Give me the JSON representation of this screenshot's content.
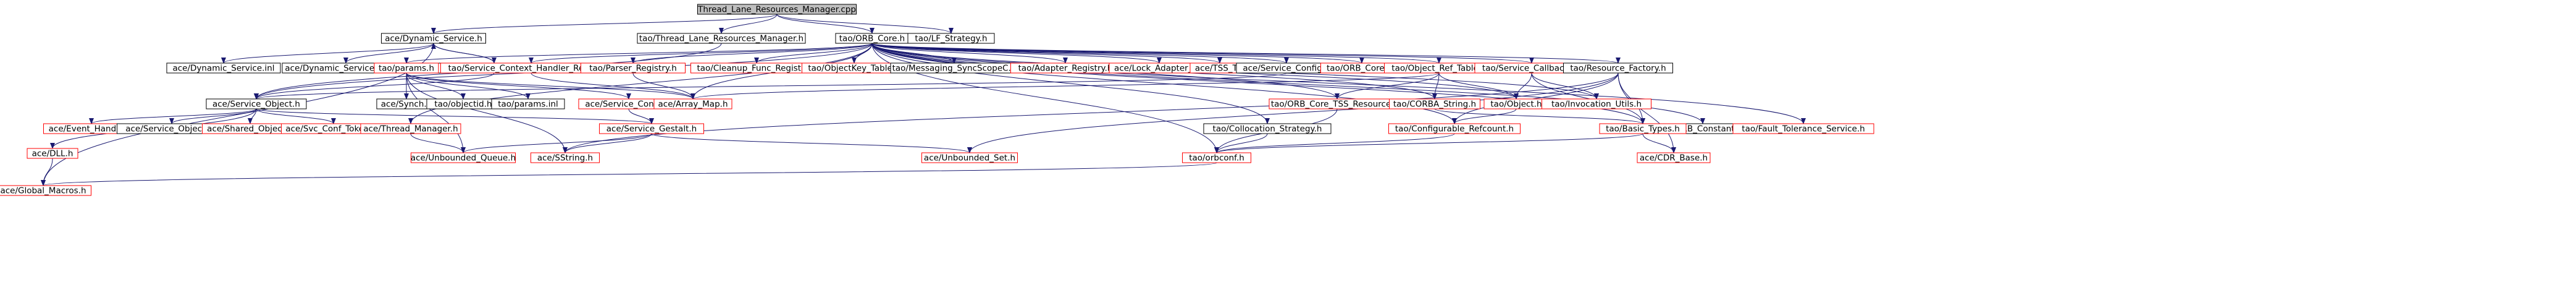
{
  "colors": {
    "edge": "#191970",
    "root_fill": "#bfbfbf",
    "border_normal": "#000000",
    "border_truncated": "#ff0000",
    "text": "#000000"
  },
  "nodes": [
    {
      "id": "root",
      "label": "Thread_Lane_Resources_Manager.cpp",
      "root": true
    },
    {
      "id": "dyn_service_h",
      "label": "ace/Dynamic_Service.h"
    },
    {
      "id": "tlrm_h",
      "label": "tao/Thread_Lane_Resources_Manager.h"
    },
    {
      "id": "orb_core_h",
      "label": "tao/ORB_Core.h"
    },
    {
      "id": "lf_strategy_h",
      "label": "tao/LF_Strategy.h"
    },
    {
      "id": "dyn_service_inl",
      "label": "ace/Dynamic_Service.inl"
    },
    {
      "id": "dyn_service_base_h",
      "label": "ace/Dynamic_Service_Base.h"
    },
    {
      "id": "dyn_service_cpp",
      "label": "ace/Dynamic_Service.cpp"
    },
    {
      "id": "service_object_h",
      "label": "ace/Service_Object.h"
    },
    {
      "id": "params_h",
      "label": "tao/params.h",
      "truncated": true
    },
    {
      "id": "scx_handler_registry_h",
      "label": "tao/Service_Context_Handler_Registry.h",
      "truncated": true
    },
    {
      "id": "parser_registry_h",
      "label": "tao/Parser_Registry.h",
      "truncated": true
    },
    {
      "id": "cleanup_func_registry_h",
      "label": "tao/Cleanup_Func_Registry.h",
      "truncated": true
    },
    {
      "id": "objectkey_table_h",
      "label": "tao/ObjectKey_Table.h",
      "truncated": true
    },
    {
      "id": "messaging_syncscopec_h",
      "label": "tao/Messaging_SyncScopeC.h"
    },
    {
      "id": "adapter_registry_h",
      "label": "tao/Adapter_Registry.h",
      "truncated": true
    },
    {
      "id": "lock_adapter_t_h",
      "label": "ace/Lock_Adapter_T.h",
      "truncated": true
    },
    {
      "id": "ace_tss_t_h",
      "label": "ace/TSS_T.h",
      "truncated": true
    },
    {
      "id": "service_config_h",
      "label": "ace/Service_Config.h"
    },
    {
      "id": "orb_core_inl",
      "label": "tao/ORB_Core.inl",
      "truncated": true
    },
    {
      "id": "object_ref_table_h",
      "label": "tao/Object_Ref_Table.h",
      "truncated": true
    },
    {
      "id": "service_callbacks_h",
      "label": "tao/Service_Callbacks.h",
      "truncated": true
    },
    {
      "id": "resource_factory_h",
      "label": "tao/Resource_Factory.h"
    },
    {
      "id": "orb_constants_h",
      "label": "tao/ORB_Constants.h"
    },
    {
      "id": "fault_tolerance_service_h",
      "label": "tao/Fault_Tolerance_Service.h",
      "truncated": true
    },
    {
      "id": "synch_h",
      "label": "ace/Synch.h"
    },
    {
      "id": "objectid_h",
      "label": "tao/objectid.h"
    },
    {
      "id": "params_inl",
      "label": "tao/params.inl"
    },
    {
      "id": "service_config_h2",
      "label": "ace/Service_Config.h",
      "truncated": true
    },
    {
      "id": "array_map_h",
      "label": "ace/Array_Map.h",
      "truncated": true
    },
    {
      "id": "orb_core_tss_resources_h",
      "label": "tao/ORB_Core_TSS_Resources.h",
      "truncated": true
    },
    {
      "id": "corba_string_h",
      "label": "tao/CORBA_String.h",
      "truncated": true
    },
    {
      "id": "object_h",
      "label": "tao/Object.h",
      "truncated": true
    },
    {
      "id": "invocation_utils_h",
      "label": "tao/Invocation_Utils.h",
      "truncated": true
    },
    {
      "id": "event_handler_h",
      "label": "ace/Event_Handler.h",
      "truncated": true
    },
    {
      "id": "service_object_inl",
      "label": "ace/Service_Object.inl"
    },
    {
      "id": "shared_object_h",
      "label": "ace/Shared_Object.h",
      "truncated": true
    },
    {
      "id": "svc_conf_tokens_h",
      "label": "ace/Svc_Conf_Tokens.h",
      "truncated": true
    },
    {
      "id": "thread_manager_h",
      "label": "ace/Thread_Manager.h",
      "truncated": true
    },
    {
      "id": "service_gestalt_h",
      "label": "ace/Service_Gestalt.h",
      "truncated": true
    },
    {
      "id": "collocation_strategy_h",
      "label": "tao/Collocation_Strategy.h"
    },
    {
      "id": "configurable_refcount_h",
      "label": "tao/Configurable_Refcount.h",
      "truncated": true
    },
    {
      "id": "basic_types_h",
      "label": "tao/Basic_Types.h",
      "truncated": true
    },
    {
      "id": "dll_h",
      "label": "ace/DLL.h",
      "truncated": true
    },
    {
      "id": "unbounded_queue_h",
      "label": "ace/Unbounded_Queue.h",
      "truncated": true
    },
    {
      "id": "sstring_h",
      "label": "ace/SString.h",
      "truncated": true
    },
    {
      "id": "unbounded_set_h",
      "label": "ace/Unbounded_Set.h",
      "truncated": true
    },
    {
      "id": "orbconf_h",
      "label": "tao/orbconf.h",
      "truncated": true
    },
    {
      "id": "cdr_base_h",
      "label": "ace/CDR_Base.h",
      "truncated": true
    },
    {
      "id": "global_macros_h",
      "label": "ace/Global_Macros.h",
      "truncated": true
    }
  ],
  "edges": [
    [
      "root",
      "dyn_service_h"
    ],
    [
      "root",
      "tlrm_h"
    ],
    [
      "root",
      "orb_core_h"
    ],
    [
      "root",
      "lf_strategy_h"
    ],
    [
      "dyn_service_h",
      "global_macros_h"
    ],
    [
      "dyn_service_h",
      "dyn_service_inl"
    ],
    [
      "dyn_service_h",
      "dyn_service_base_h"
    ],
    [
      "dyn_service_h",
      "dyn_service_cpp"
    ],
    [
      "dyn_service_cpp",
      "dyn_service_h"
    ],
    [
      "dyn_service_cpp",
      "service_object_h"
    ],
    [
      "tlrm_h",
      "service_object_h"
    ],
    [
      "orb_core_h",
      "params_h"
    ],
    [
      "orb_core_h",
      "scx_handler_registry_h"
    ],
    [
      "orb_core_h",
      "parser_registry_h"
    ],
    [
      "orb_core_h",
      "cleanup_func_registry_h"
    ],
    [
      "orb_core_h",
      "objectkey_table_h"
    ],
    [
      "orb_core_h",
      "messaging_syncscopec_h"
    ],
    [
      "orb_core_h",
      "adapter_registry_h"
    ],
    [
      "orb_core_h",
      "lock_adapter_t_h"
    ],
    [
      "orb_core_h",
      "ace_tss_t_h"
    ],
    [
      "orb_core_h",
      "service_config_h"
    ],
    [
      "orb_core_h",
      "orb_core_inl"
    ],
    [
      "orb_core_h",
      "object_ref_table_h"
    ],
    [
      "orb_core_h",
      "service_callbacks_h"
    ],
    [
      "orb_core_h",
      "resource_factory_h"
    ],
    [
      "orb_core_h",
      "orb_constants_h"
    ],
    [
      "orb_core_h",
      "fault_tolerance_service_h"
    ],
    [
      "orb_core_h",
      "array_map_h"
    ],
    [
      "orb_core_h",
      "orb_core_tss_resources_h"
    ],
    [
      "orb_core_h",
      "corba_string_h"
    ],
    [
      "orb_core_h",
      "object_h"
    ],
    [
      "orb_core_h",
      "invocation_utils_h"
    ],
    [
      "orb_core_h",
      "collocation_strategy_h"
    ],
    [
      "orb_core_h",
      "service_object_h"
    ],
    [
      "orb_core_h",
      "thread_manager_h"
    ],
    [
      "orb_core_h",
      "configurable_refcount_h"
    ],
    [
      "orb_core_h",
      "basic_types_h"
    ],
    [
      "orb_core_h",
      "orbconf_h"
    ],
    [
      "params_h",
      "synch_h"
    ],
    [
      "params_h",
      "objectid_h"
    ],
    [
      "params_h",
      "params_inl"
    ],
    [
      "params_h",
      "service_config_h2"
    ],
    [
      "params_h",
      "array_map_h"
    ],
    [
      "params_h",
      "unbounded_queue_h"
    ],
    [
      "params_h",
      "sstring_h"
    ],
    [
      "scx_handler_registry_h",
      "array_map_h"
    ],
    [
      "parser_registry_h",
      "array_map_h"
    ],
    [
      "service_config_h",
      "service_object_h"
    ],
    [
      "object_ref_table_h",
      "array_map_h"
    ],
    [
      "object_ref_table_h",
      "corba_string_h"
    ],
    [
      "object_ref_table_h",
      "object_h"
    ],
    [
      "object_ref_table_h",
      "orb_core_tss_resources_h"
    ],
    [
      "service_callbacks_h",
      "object_h"
    ],
    [
      "service_callbacks_h",
      "invocation_utils_h"
    ],
    [
      "service_callbacks_h",
      "basic_types_h"
    ],
    [
      "resource_factory_h",
      "basic_types_h"
    ],
    [
      "resource_factory_h",
      "cdr_base_h"
    ],
    [
      "resource_factory_h",
      "unbounded_set_h"
    ],
    [
      "resource_factory_h",
      "configurable_refcount_h"
    ],
    [
      "resource_factory_h",
      "sstring_h"
    ],
    [
      "orb_constants_h",
      "basic_types_h"
    ],
    [
      "fault_tolerance_service_h",
      "basic_types_h"
    ],
    [
      "service_object_h",
      "event_handler_h"
    ],
    [
      "service_object_h",
      "service_object_inl"
    ],
    [
      "service_object_h",
      "shared_object_h"
    ],
    [
      "service_object_h",
      "svc_conf_tokens_h"
    ],
    [
      "service_object_h",
      "service_gestalt_h"
    ],
    [
      "service_object_h",
      "dll_h"
    ],
    [
      "service_config_h2",
      "service_gestalt_h"
    ],
    [
      "thread_manager_h",
      "unbounded_queue_h"
    ],
    [
      "service_gestalt_h",
      "unbounded_queue_h"
    ],
    [
      "service_gestalt_h",
      "sstring_h"
    ],
    [
      "service_gestalt_h",
      "unbounded_set_h"
    ],
    [
      "collocation_strategy_h",
      "orbconf_h"
    ],
    [
      "corba_string_h",
      "basic_types_h"
    ],
    [
      "object_h",
      "configurable_refcount_h"
    ],
    [
      "configurable_refcount_h",
      "orbconf_h"
    ],
    [
      "basic_types_h",
      "orbconf_h"
    ],
    [
      "basic_types_h",
      "cdr_base_h"
    ],
    [
      "orb_core_tss_resources_h",
      "orbconf_h"
    ],
    [
      "dll_h",
      "global_macros_h"
    ],
    [
      "orbconf_h",
      "global_macros_h"
    ]
  ]
}
